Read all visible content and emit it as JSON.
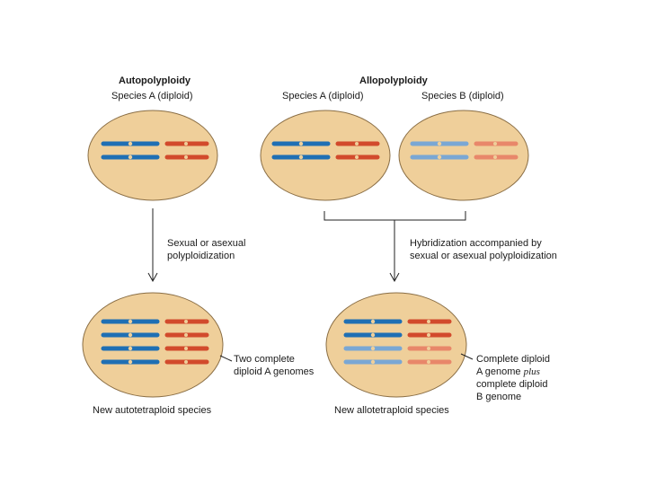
{
  "headings": {
    "auto": "Autopolyploidy",
    "allo": "Allopolyploidy"
  },
  "species_labels": {
    "auto_parent": "Species A (diploid)",
    "allo_parent_a": "Species A (diploid)",
    "allo_parent_b": "Species B (diploid)"
  },
  "process_labels": {
    "auto": [
      "Sexual or asexual",
      "polyploidization"
    ],
    "allo": [
      "Hybridization accompanied by",
      "sexual or asexual polyploidization"
    ]
  },
  "annotations": {
    "auto": [
      "Two complete",
      "diploid A genomes"
    ],
    "allo": [
      "Complete diploid",
      "A genome",
      "plus",
      "complete diploid",
      "B genome"
    ]
  },
  "result_labels": {
    "auto": "New autotetraploid species",
    "allo": "New allotetraploid species"
  },
  "colors": {
    "cell_fill": "#efcf9a",
    "cell_stroke": "#8a6e45",
    "genome_a_long": "#1f6fb4",
    "genome_a_short": "#d24a2c",
    "genome_b_long": "#7aa7d4",
    "genome_b_short": "#e8876a",
    "line": "#222222"
  }
}
